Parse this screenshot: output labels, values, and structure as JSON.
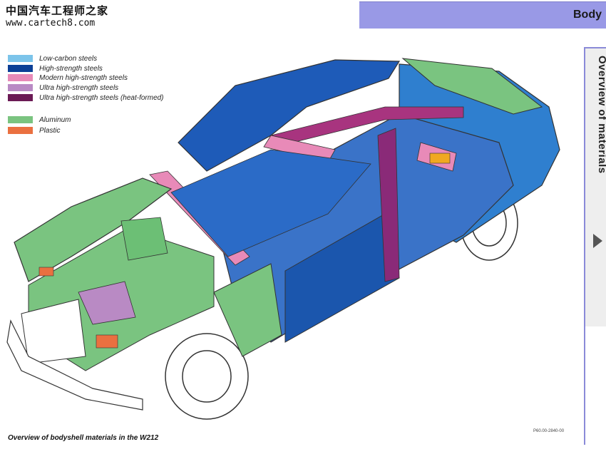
{
  "watermark": {
    "chinese": "中国汽车工程师之家",
    "url": "www.cartech8.com"
  },
  "header": {
    "title": "Body"
  },
  "sidebar": {
    "tab_label": "Overview of materials"
  },
  "legend": [
    {
      "label": "Low-carbon steels",
      "color": "#7cc4ea"
    },
    {
      "label": "High-strength steels",
      "color": "#0b3f96"
    },
    {
      "label": "Modern high-strength steels",
      "color": "#e88ab8"
    },
    {
      "label": "Ultra high-strength steels",
      "color": "#b98ac4"
    },
    {
      "label": "Ultra high-strength steels (heat-formed)",
      "color": "#6b1a55"
    },
    {
      "label": "Aluminum",
      "color": "#7ac480"
    },
    {
      "label": "Plastic",
      "color": "#ea7040"
    }
  ],
  "caption": "Overview of bodyshell materials in the W212",
  "figure_code": "P60.00-2840-00"
}
